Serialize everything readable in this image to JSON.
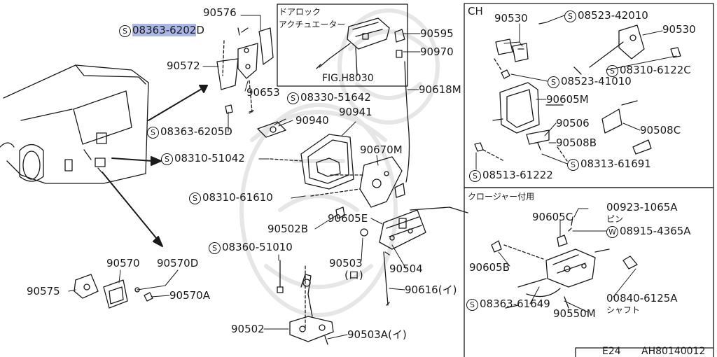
{
  "insets": {
    "fig_caption_top": "ドアロック",
    "fig_caption_bottom": "アクチュエーター",
    "fig_ref": "FIG.H8030",
    "ch_title": "CH",
    "closure_title": "クロージャー付用"
  },
  "footer": {
    "page": "E24",
    "code": "AH80140012"
  },
  "labels": {
    "p90576": "90576",
    "s08363_6202d": "08363-6202",
    "s08363_6202d_tail": "D",
    "p90572": "90572",
    "p90653": "90653",
    "s08363_6205d": "08363-6205D",
    "s08330_51642": "08330-51642",
    "p90941": "90941",
    "p90940": "90940",
    "s08310_51042": "08310-51042",
    "p90670m": "90670M",
    "s08310_61610": "08310-61610",
    "p90502b": "90502B",
    "p90605e": "90605E",
    "s08360_51010": "08360-51010",
    "p90503": "90503",
    "p90503_sub": "(ロ)",
    "p90504": "90504",
    "p90616": "90616(イ)",
    "p90502": "90502",
    "p90503a": "90503A(イ)",
    "p90595": "90595",
    "p90970": "90970",
    "p90618m": "90618M",
    "p90570": "90570",
    "p90570d": "90570D",
    "p90575": "90575",
    "p90570a": "90570A",
    "ch_p90530_left": "90530",
    "ch_s08523_42010": "08523-42010",
    "ch_p90530_right": "90530",
    "ch_s08523_41010": "08523-41010",
    "ch_s08310_6122c": "08310-6122C",
    "ch_p90605m": "90605M",
    "ch_p90506": "90506",
    "ch_p90508c": "90508C",
    "ch_p90508b": "90508B",
    "ch_s08513_61222": "08513-61222",
    "ch_s08313_61691": "08313-61691",
    "cl_p00923_1065a": "00923-1065A",
    "cl_pin": "ピン",
    "cl_p90605c": "90605C",
    "cl_w08915_4365a": "08915-4365A",
    "cl_p90605b": "90605B",
    "cl_p00840_6125a": "00840-6125A",
    "cl_shaft": "シャフト",
    "cl_s08363_61649": "08363-61649",
    "cl_p90550m": "90550M"
  },
  "symbols": {
    "standard_part": "S",
    "washer_part": "W"
  },
  "selection": {
    "highlighted_part": "08363-6202",
    "highlight_color": "#aab6e6"
  },
  "colors": {
    "line": "#1a1a1a",
    "paper": "#ffffff",
    "watermark": "#e6e6e6"
  }
}
